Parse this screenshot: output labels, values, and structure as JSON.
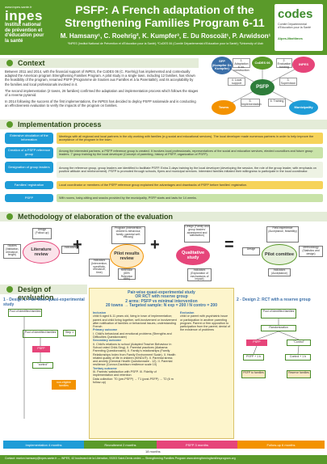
{
  "header": {
    "logo_url": "www.inpes.sante.fr",
    "logo_big": "inpes",
    "logo_sub": [
      "Institut national",
      "de prévention et",
      "d'éducation pour",
      "la santé"
    ],
    "title_line1": "PSFP: A French adaptation  of the",
    "title_line2": "Strengthening Families Program 6-11",
    "authors": "M. Hamsany¹, C. Roehrig², K. Kumpfer³, E. Du Roscoät¹, P. Arwidson¹",
    "affiliations": "¹INPES (Institut National de Prévention et d'Education pour la Santé); ²CoDES 06 (Comité Départemental d'Education pour la Santé); ³University of Utah",
    "codes_logo": "codes",
    "codes_sub": "Comité Départemental d'Education pour la Santé",
    "codes_region": "Alpes-Maritimes"
  },
  "sections": {
    "context": "Context",
    "process": "Implementation process",
    "method": "Methodology of elaboration of the evaluation",
    "design": "Design of evaluation"
  },
  "context": {
    "p1": "Between 2011 and 2014, with the financial support of INPES, the CoDES 06 (C. Roehrig) has implemented and contextually adapted the American program Strengthening Families Program. A pilot study in a single town, including 12 families, has shown the feasibility of the program, renamed PSFP (Programme de Soutien aux Familles et à la Parentalité), and its acceptability by the families and local professionals involved in it.",
    "p2": "The second implementation (2 towns, 26 families) confirmed the adaptation and implementation process which follows the stages of a reverse pyramid.",
    "p3": "In 2014 following the success of the first implementations, the INPES has decided to deploy PSFP nationwide and is conducting an effectiveness evaluation to verify the impacts of the program on families."
  },
  "network": {
    "center": "PSFP",
    "left_node": "SFP (Kumpfer Dr. Kumpfer)",
    "top_node": "CoDES 06",
    "right_node": "INPES",
    "bottom_left": "Towns",
    "bottom_right": "Municipality",
    "box1": "1. Adaptation & co-construction",
    "box2": "2. Evaluation funding",
    "box3": "3. Supervision",
    "box4": "4. Local support",
    "box5": "5. Implementation",
    "box6": "6. Training"
  },
  "process": {
    "steps": [
      {
        "left": "Extensive circulation of the information",
        "text": "Meetings with all regional and local partners in the city working with families (e.g social and educational services). The local developer made numerous partners in order to help improve the acceptance of the program in the town."
      },
      {
        "left": "Creation of a PSFP reference group",
        "text": "Among the interested partners, a PSFP reference group is created. It involves local professionals, representatives of the social and education services, elected councillors and future group leaders. 7 group training by the local developer (Concept of parenting, history of PSFP, organization of PSFP)."
      },
      {
        "left": "Designation of group leaders",
        "text": "Among the reference group, group leaders are identified to facilitate PSFP. Extra 2-days training by the local developer (developing the session, the role of the group leader, with emphasis on positive attitude and reinforcement). PSFP is promoted through schools, flyers and municipal services. Interested families initiated their willingness to participate in the local coordinator."
      },
      {
        "left": "Families' registration",
        "text": "Local coordinator or members of the PSFP reference group explained the advantages and drawbacks of PSFP before families' registration."
      },
      {
        "left": "PSFP",
        "text": "With rooms, baby-sitting and snacks provided by the municipality, PSFP starts and lasts for 14 weeks."
      }
    ]
  },
  "method": {
    "lit_review": "Literature review",
    "pilot_results": "Pilot results review",
    "qualitative": "Qualitative study",
    "pilot_committee": "Pilot comittee",
    "boxes": {
      "studies": "Studies (Validation, relevance, length)",
      "design": "Design (Follow-up)",
      "indicators": "Indicators",
      "psfp_indicators": "Indicators (Intervention, specificity, relevance, time)",
      "program": "Program (Intervention, children's behaviour, family, parental self-efficacy)",
      "retention": "Retention (85% Retention 88%)",
      "family_factors": "Design (Family and group leaders' assessment and satisfaction)",
      "qual_ind": "Indicators (Exploration of mechanisms of impact)",
      "field": "Field experience (Acceptance, feasibility)",
      "methodology": "Methodology (Statistics and design)",
      "design2": "Design",
      "indicators2": "Indicators (Acceptance)"
    }
  },
  "design": {
    "step1_title": "1 - Design 1: Pair-Wise quasi-experimental study",
    "step2_title": "2 - Design 2: RCT with a reserve group",
    "pool1": "Pool of identified families",
    "pool2": "Pool of identified families",
    "step1": "Step 1",
    "psfp": "PSFP",
    "control": "\"control\"",
    "non_eligible": "non-eligible families",
    "mid_head1": "Pair-wise quasi-experimental study",
    "mid_head2": "OR RCT with reserve group",
    "mid_head3": "2 arms: PSFP vs minimal intervention",
    "mid_head4": "20 towns → Targeted sample: N exp = 200 / N contro = 200",
    "inclusion_title": "Inclusion",
    "inclusion": "child 6 aged 6-11 years old, living in town of implementation; parent and child living together, self-involvement or involvement after notification of families or behavioral issues, understanding French",
    "exclusion_title": "Exclusion",
    "exclusion": "child or parent with psychiatric issue or participation in another parenting program. Parent or firm opposition to participation from the parent; denial of the existence of problems",
    "primary_title": "Primary outcome",
    "primary": "I. Child's behavioral and emotional problems (Strengths and Difficulties Questionnaire)",
    "secondary_title": "Secondary outcome",
    "secondary": "II. Child's relations to school (Adapted Teacher Behaviour in School rated Child-Sing). II. Parental practices (Alabama Parenting Questionnaire). II. Family's relationships (Family Relationships Index from Family Environment Scale). II. Health related quality of life in children (KINDL®). II. Parental stress and anxiety (General Health Questionnaire - 12). II. Parental resilience (Connor-Davidson resilience scale 10)",
    "tertiary_title": "Tertiary outcome",
    "tertiary": "III. Parents' satisfaction with PSFP. III. Fidelity of implementation and retention",
    "data_collection": "Data collection: T0 (pre-PSFP) → T1 (post-PSFP) → T2 (6 m follow-up)",
    "right_pool": "Pool of identified families",
    "right_random": "Randomization",
    "right_psfp": "PSFP",
    "right_control": "\"Control\"",
    "right_psfp2": "PSFP + 1 b",
    "right_control2": "Control + 1 b",
    "right_psfp3": "PSFP to families",
    "right_reserve": "Reserve families"
  },
  "timeline": {
    "seg1": "Implementation 4 months",
    "seg2": "Recruitment 2 months",
    "seg3": "PSFP 3 months",
    "seg4": "Follow-up 6 months",
    "total": "18 months"
  },
  "footer": {
    "text": "Contact: marion.hamsany@inpes.sante.fr — INPES, 42 boulevard de la Libération, 93203 Saint-Denis cedex — Strengthening Families Program www.strengtheningfamiliesprogram.org"
  },
  "colors": {
    "header_green": "#5a9a2a",
    "process_blue": "#1e9cd7",
    "yellow_bar": "#f6d35a",
    "light_green_bar": "#c9e3a8",
    "pink_oval": "#e6457a",
    "orange_node": "#f39200"
  }
}
